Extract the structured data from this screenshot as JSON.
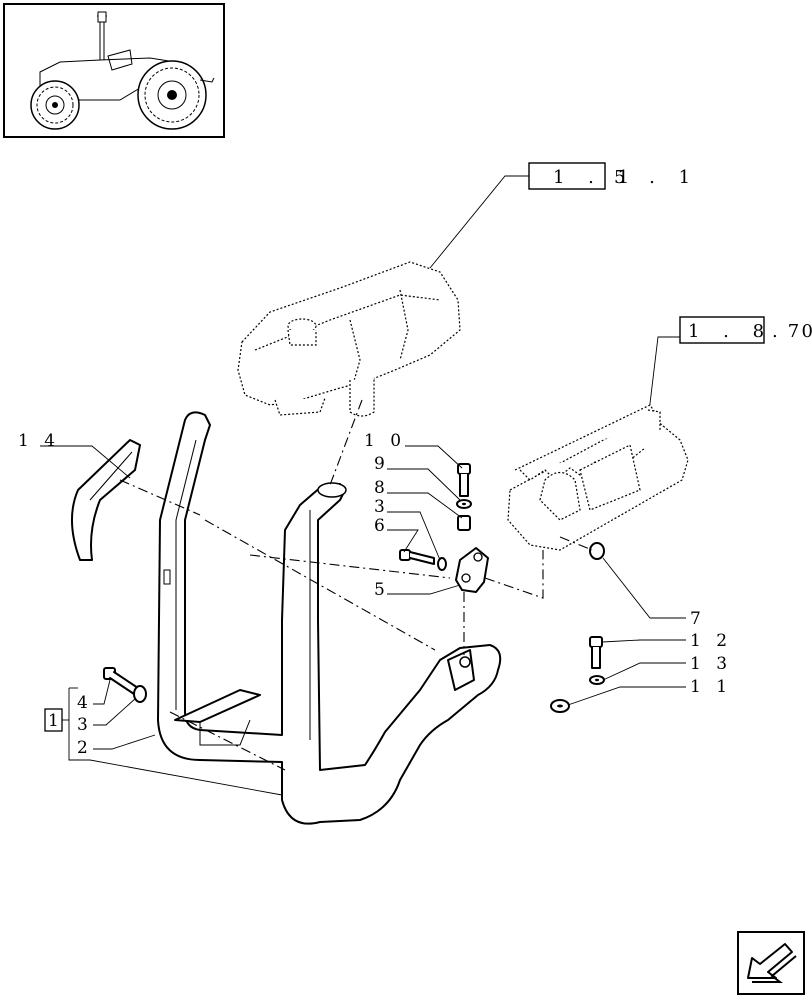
{
  "thumbnail": {
    "icon": "tractor-thumbnail-icon"
  },
  "references": [
    {
      "id": "ref-115",
      "boxed": "1 . 1",
      "rest": "5 . 1"
    },
    {
      "id": "ref-187",
      "boxed": "1 . 8 7",
      "rest": ". 0"
    }
  ],
  "group": {
    "boxed": "1"
  },
  "callouts": {
    "c14": "1 4",
    "c10": "1 0",
    "c9": "9",
    "c8": "8",
    "c3a": "3",
    "c6": "6",
    "c5": "5",
    "c7": "7",
    "c12": "1 2",
    "c13": "1 3",
    "c11": "1 1",
    "c4": "4",
    "c3b": "3",
    "c2": "2"
  },
  "nav": {
    "icon": "next-page-arrow-icon"
  }
}
